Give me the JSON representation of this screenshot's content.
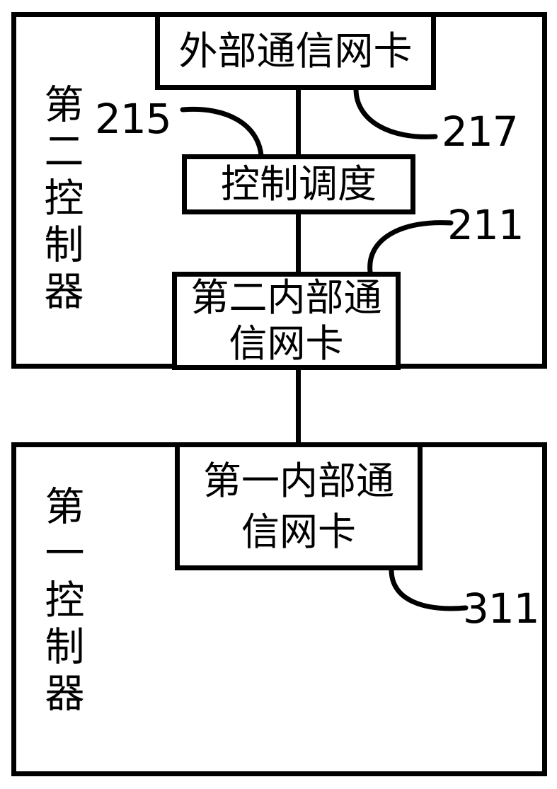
{
  "page": {
    "background_color": "#ffffff",
    "line_color": "#000000"
  },
  "controller2": {
    "label": "第二控制器",
    "external_nic_label": "外部通信网卡",
    "scheduler_label": "控制调度",
    "internal_nic_label": "第二内部通信网卡",
    "ref_scheduler": "215",
    "ref_external_nic": "217",
    "ref_internal_nic": "211"
  },
  "controller1": {
    "label": "第一控制器",
    "internal_nic_label": "第一内部通信网卡",
    "ref_internal_nic": "311"
  }
}
